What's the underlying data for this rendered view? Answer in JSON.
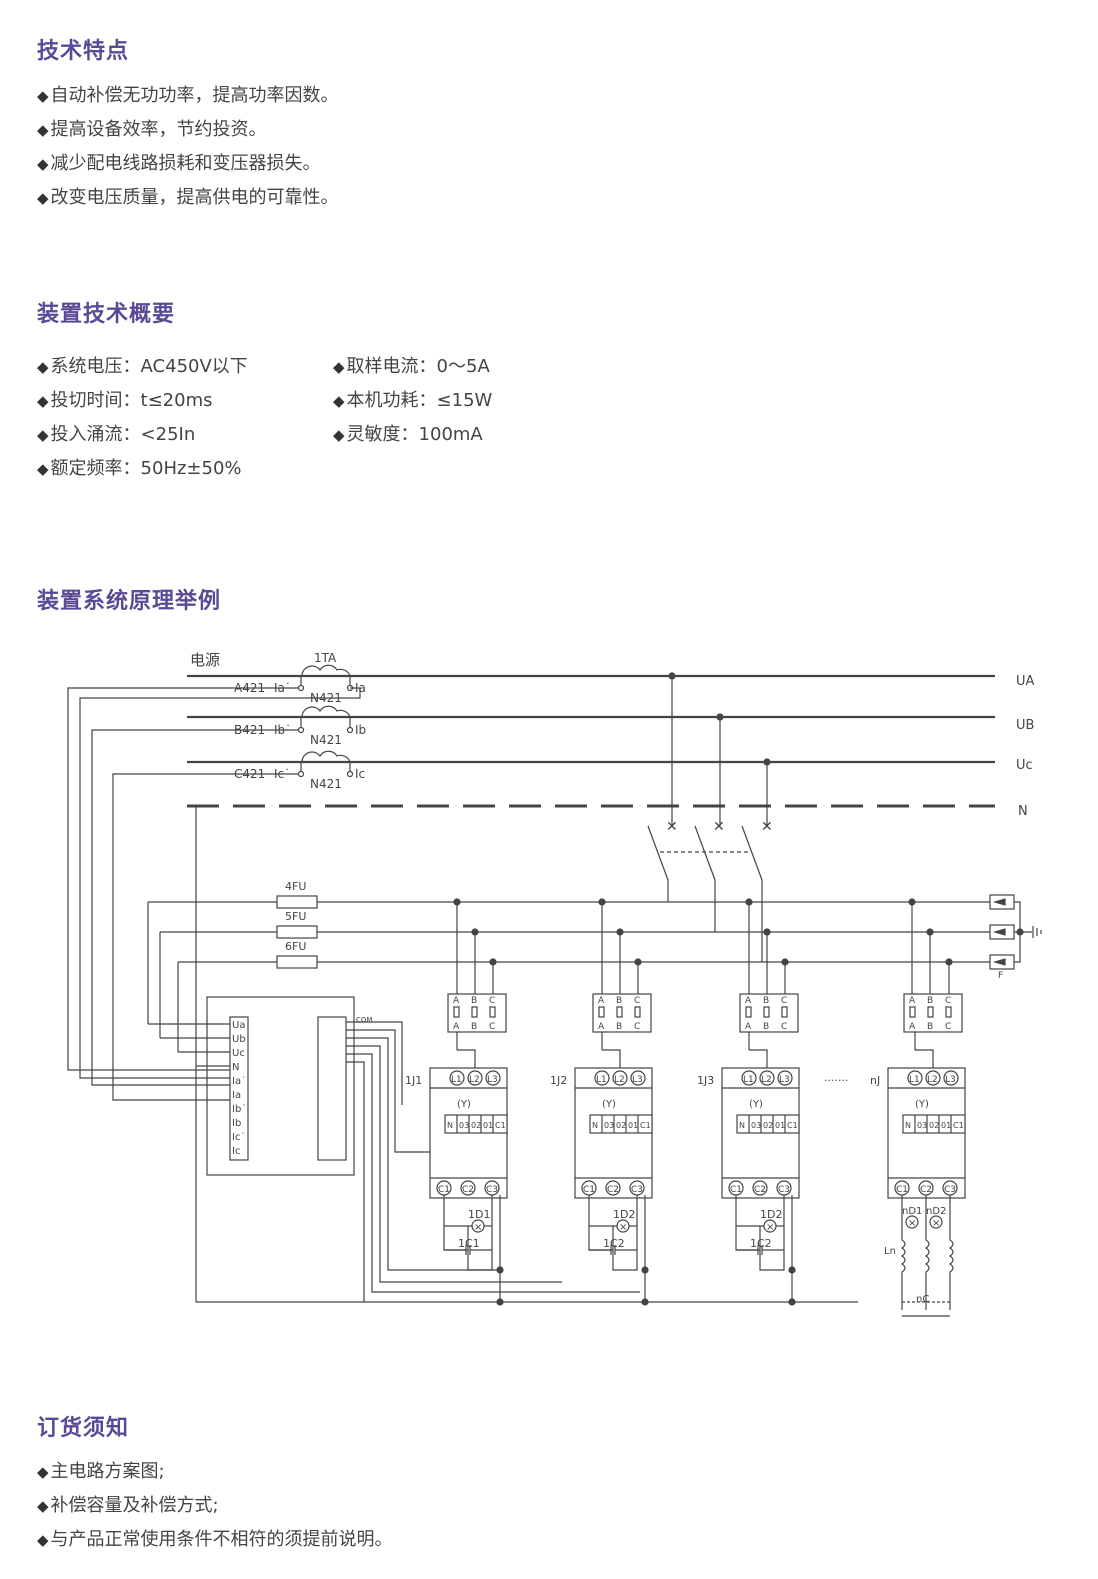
{
  "features": {
    "title": "技术特点",
    "items": [
      "自动补偿无功功率，提高功率因数。",
      "提高设备效率，节约投资。",
      "减少配电线路损耗和变压器损失。",
      "改变电压质量，提高供电的可靠性。"
    ]
  },
  "specs": {
    "title": "装置技术概要",
    "left": [
      "系统电压：AC450V以下",
      "投切时间：t≤20ms",
      "投入涌流：<25In",
      "额定频率：50Hz±50%"
    ],
    "right": [
      "取样电流：0～5A",
      "本机功耗：≤15W",
      "灵敏度：100mA"
    ]
  },
  "diagram": {
    "title": "装置系统原理举例",
    "source_label": "电源",
    "ta_label": "1TA",
    "phase_inputs": [
      "A421",
      "B421",
      "C421"
    ],
    "ct_primary": [
      "Ia˙",
      "Ib˙",
      "Ic˙"
    ],
    "ct_secondary": [
      "Ia",
      "Ib",
      "Ic"
    ],
    "neutral_tags": [
      "N421",
      "N421",
      "N421"
    ],
    "bus_labels": [
      "UA",
      "UB",
      "Uc",
      "N"
    ],
    "fuses": [
      "4FU",
      "5FU",
      "6FU"
    ],
    "controller_terminals": [
      "Ua",
      "Ub",
      "Uc",
      "N",
      "Ia˙",
      "Ia",
      "Ib˙",
      "Ib",
      "Ic˙",
      "Ic"
    ],
    "com_label": "COM",
    "abc_labels": [
      "A",
      "B",
      "C"
    ],
    "contactor_labels": [
      "1J1",
      "1J2",
      "1J3",
      "nJ"
    ],
    "dots": "·······",
    "y_label": "(Y)",
    "contactor_pins": [
      "N",
      "03",
      "02",
      "01",
      "C1"
    ],
    "line_pins": [
      "L1",
      "L2",
      "L3"
    ],
    "cap_pins": [
      "C1",
      "C2",
      "C3"
    ],
    "indicators": [
      "1D1",
      "1D2",
      "1D2"
    ],
    "caps": [
      "1C1",
      "1C2",
      "1C2"
    ],
    "last_indicators": [
      "nD1",
      "nD2"
    ],
    "last_reactor": "Ln",
    "last_cap": "nC",
    "ground_tag": "F"
  },
  "ordering": {
    "title": "订货须知",
    "items": [
      "主电路方案图;",
      "补偿容量及补偿方式;",
      "与产品正常使用条件不相符的须提前说明。"
    ]
  },
  "colors": {
    "heading": "#5a4a96",
    "text": "#444444",
    "line": "#444444"
  }
}
